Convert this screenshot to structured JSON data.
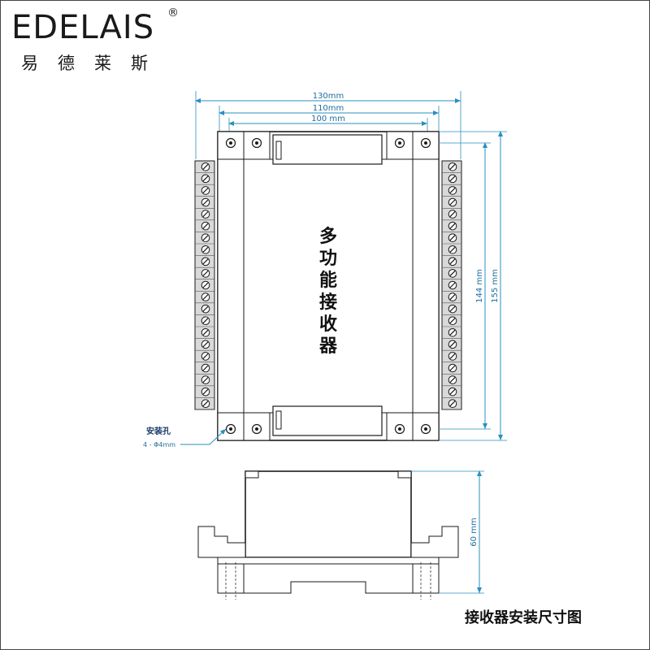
{
  "brand": {
    "name": "EDELAIS",
    "registered_mark": "®",
    "chinese_name": "易德莱斯"
  },
  "product_label": "多功能接收器",
  "diagram_title": "接收器安装尺寸图",
  "dimensions": {
    "width_outer": "130mm",
    "width_mid": "110mm",
    "width_inner": "100 mm",
    "height_inner": "144 mm",
    "height_outer": "155 mm",
    "depth": "60 mm"
  },
  "mounting_note": {
    "label": "安装孔",
    "spec": "4 - Φ4mm"
  },
  "colors": {
    "dimension": "#2a8fc0",
    "outline": "#1a1a1a",
    "terminal_fill": "#d9d9d9"
  },
  "terminal_rows_per_side": 21
}
